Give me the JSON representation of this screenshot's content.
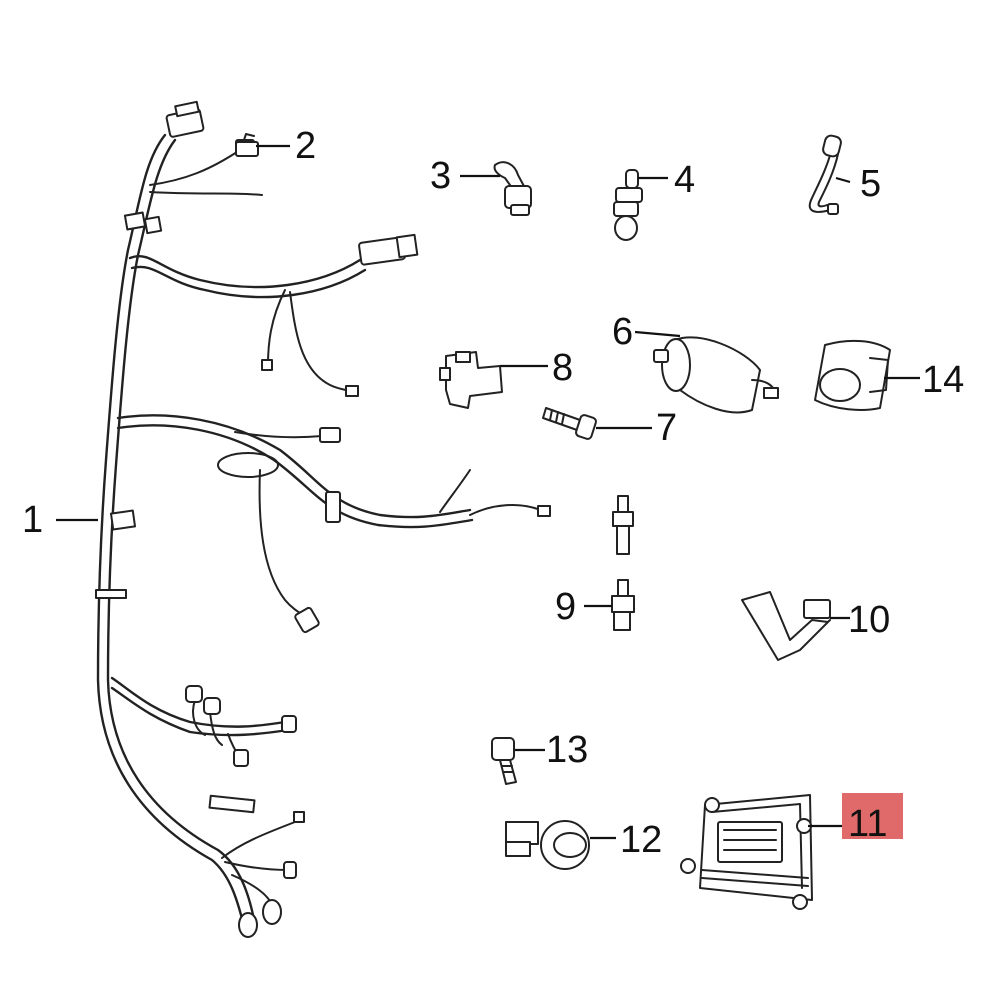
{
  "callouts": [
    {
      "id": "1",
      "label": "1"
    },
    {
      "id": "2",
      "label": "2"
    },
    {
      "id": "3",
      "label": "3"
    },
    {
      "id": "4",
      "label": "4"
    },
    {
      "id": "5",
      "label": "5"
    },
    {
      "id": "6",
      "label": "6"
    },
    {
      "id": "7",
      "label": "7"
    },
    {
      "id": "8",
      "label": "8"
    },
    {
      "id": "9",
      "label": "9"
    },
    {
      "id": "10",
      "label": "10"
    },
    {
      "id": "11",
      "label": "11",
      "highlighted": true
    },
    {
      "id": "12",
      "label": "12"
    },
    {
      "id": "13",
      "label": "13"
    },
    {
      "id": "14",
      "label": "14"
    }
  ],
  "colors": {
    "line": "#222222",
    "background": "#ffffff",
    "highlight": "#e06a6a"
  }
}
